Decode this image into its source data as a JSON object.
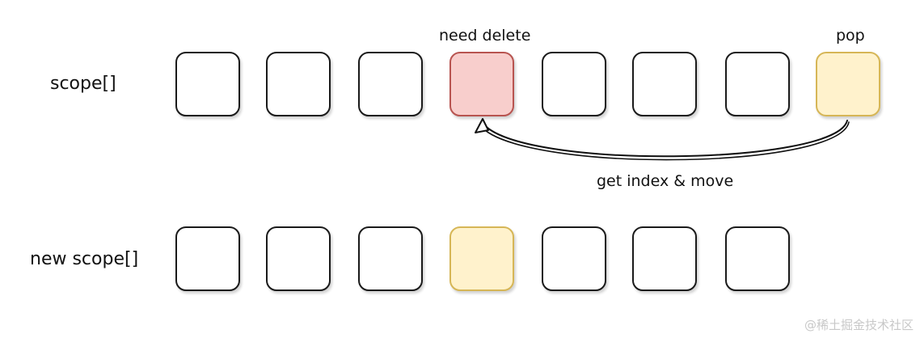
{
  "rows": [
    {
      "label": "scope[]",
      "cells": [
        "normal",
        "normal",
        "normal",
        "deleted",
        "normal",
        "normal",
        "normal",
        "popped"
      ]
    },
    {
      "label": "new scope[]",
      "cells": [
        "normal",
        "normal",
        "normal",
        "popped",
        "normal",
        "normal",
        "normal"
      ]
    }
  ],
  "annotations": {
    "delete_label": "need delete",
    "pop_label": "pop",
    "move_label": "get index & move"
  },
  "watermark": "@稀土掘金技术社区",
  "colors": {
    "deleted_fill": "#f8cecc",
    "deleted_stroke": "#b85450",
    "popped_fill": "#fff2cc",
    "popped_stroke": "#d6b656",
    "cell_stroke": "#1a1a1a"
  }
}
